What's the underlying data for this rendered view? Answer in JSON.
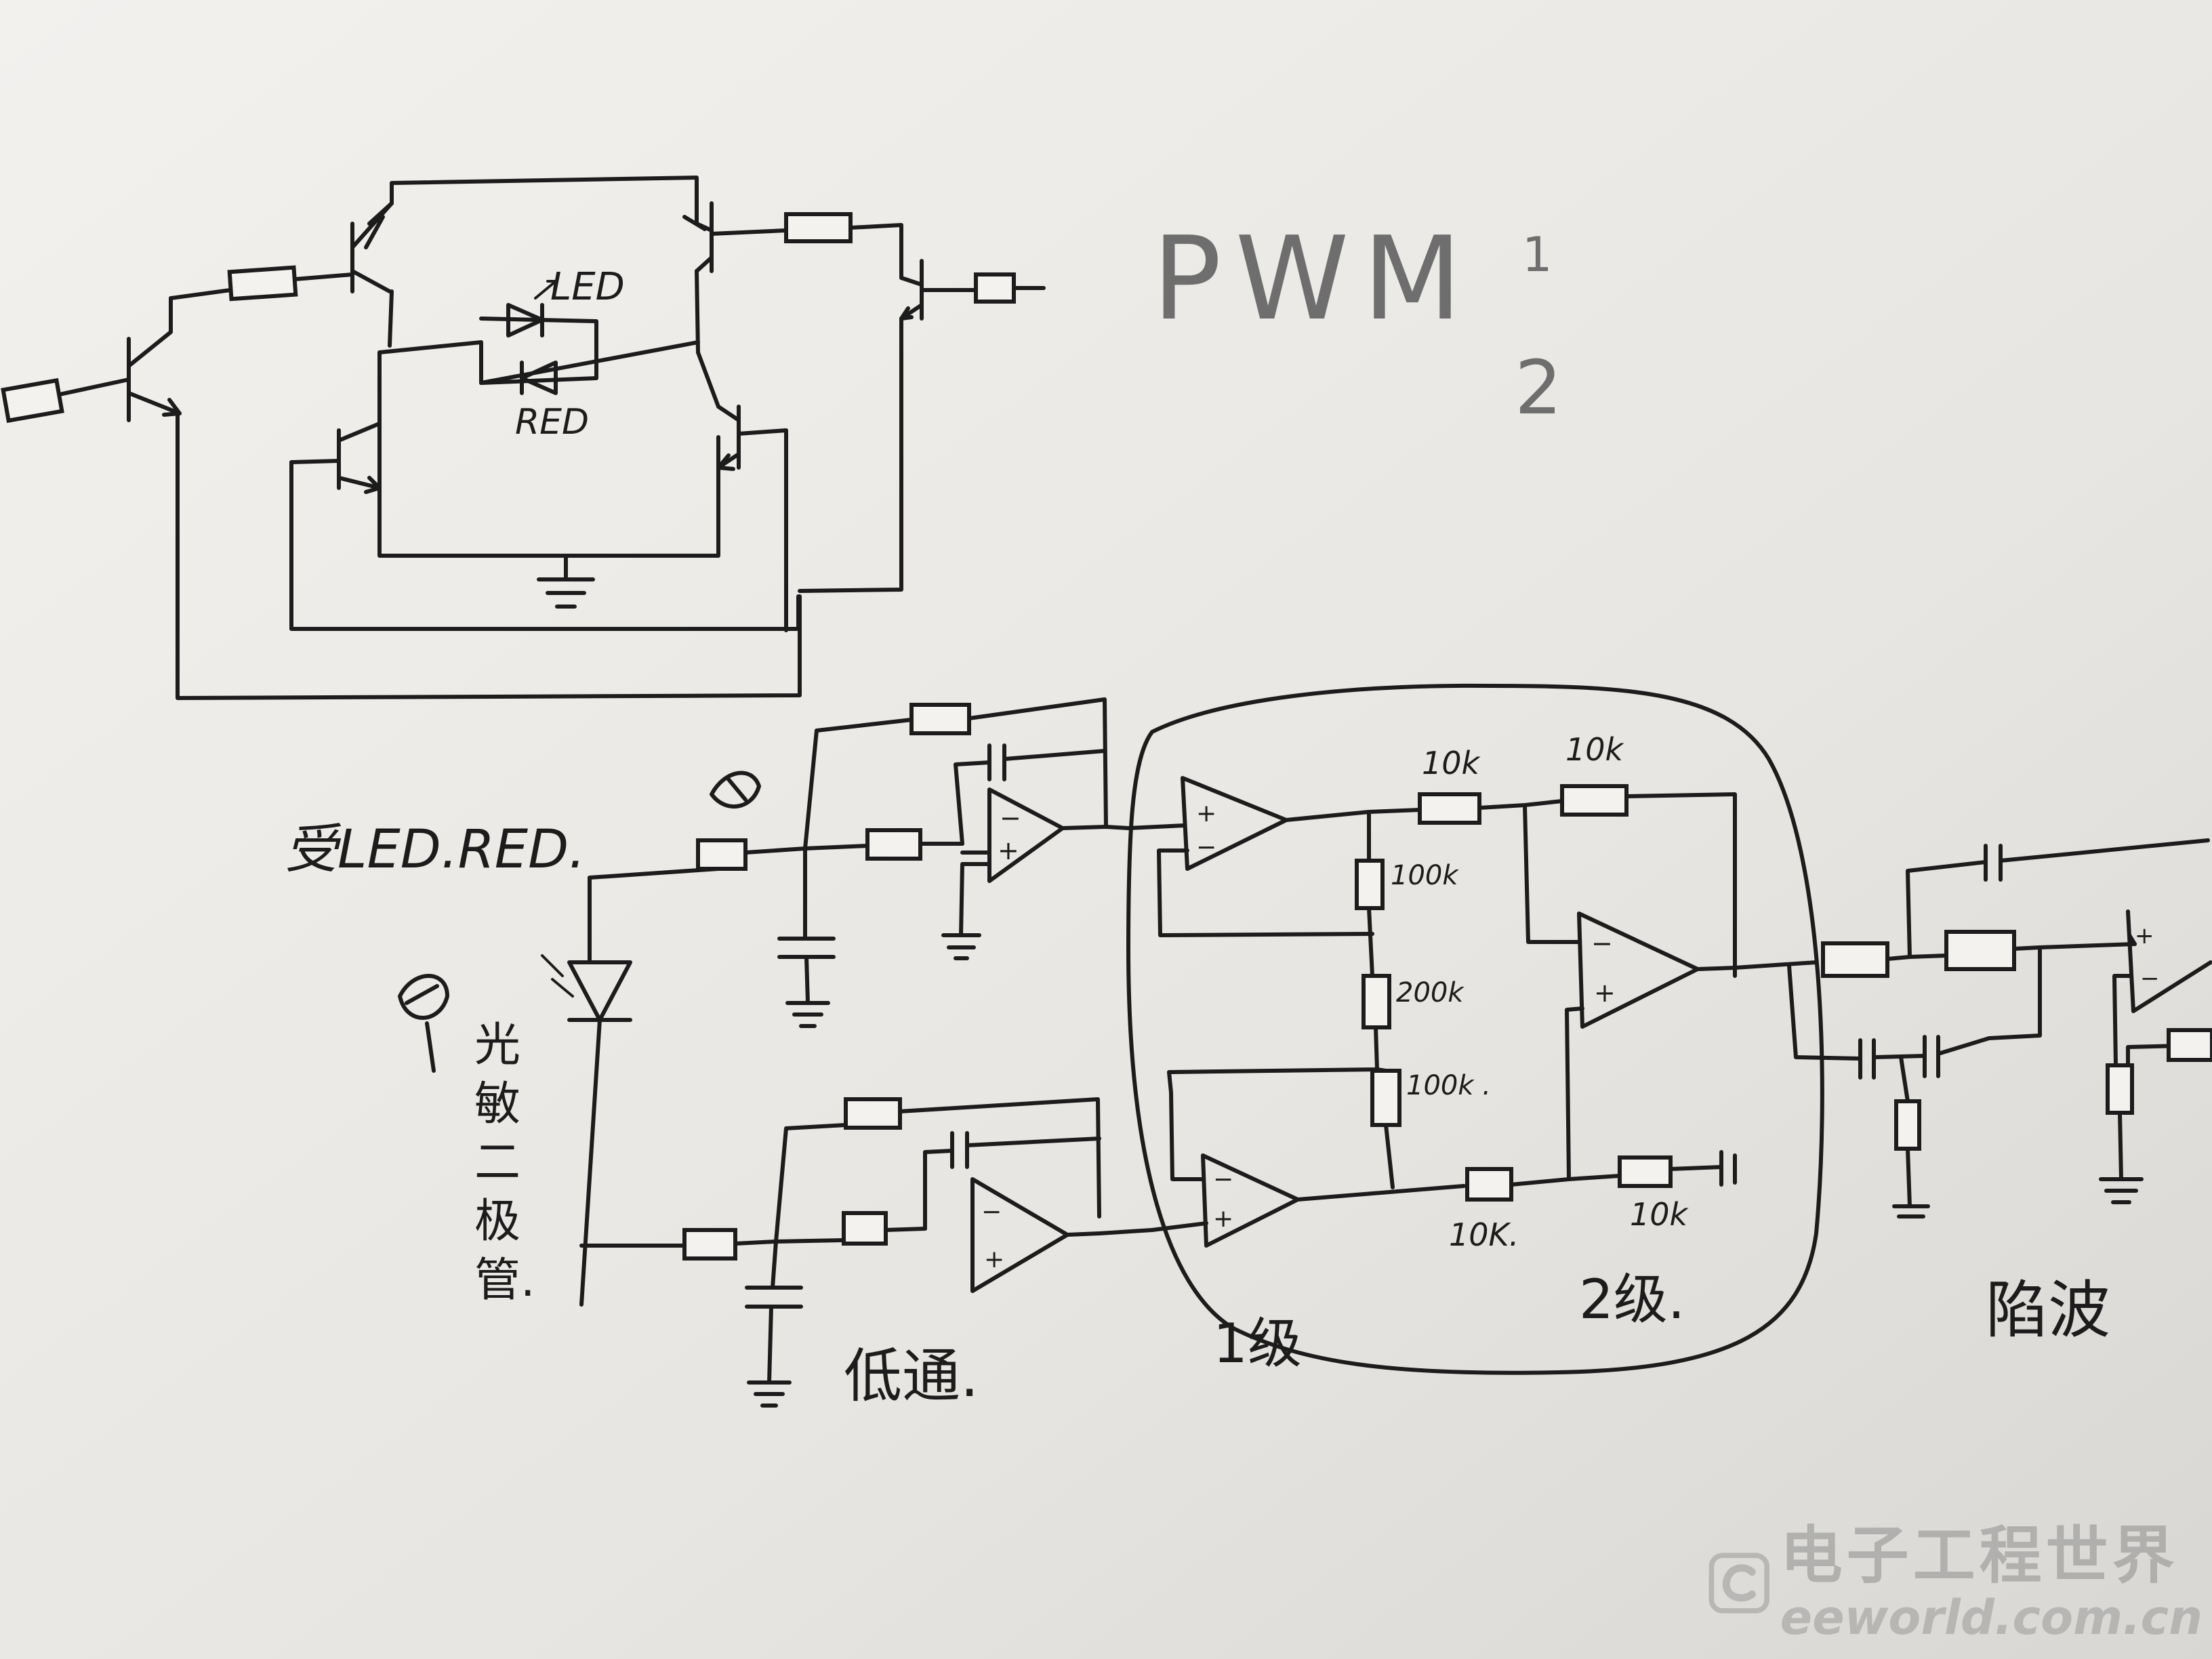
{
  "labels": {
    "led": "LED",
    "red": "RED",
    "pwm": "PWM",
    "pwm_mark": "1",
    "pwm_sub": "2",
    "receive": "受LED.RED.",
    "photodiode": [
      "光",
      "敏",
      "二",
      "极",
      "管."
    ],
    "lowpass": "低通.",
    "stage1": "1级",
    "stage2": "2级.",
    "notch": "陷波",
    "r_10k_a": "10k",
    "r_10k_b": "10k",
    "r_100k_a": "100k",
    "r_200k": "200k",
    "r_100k_b": "100k .",
    "r_10k_c": "10K.",
    "r_10k_d": "10k",
    "op_plus": "+",
    "op_minus": "−"
  },
  "watermark": {
    "cn": "电子工程世界",
    "url": "eeworld.com.cn"
  },
  "colors": {
    "ink": "#1c1c1c",
    "pencil": "#6e6e6e",
    "paper": "#e9e7e3",
    "watermark": "#8e8e8e"
  }
}
